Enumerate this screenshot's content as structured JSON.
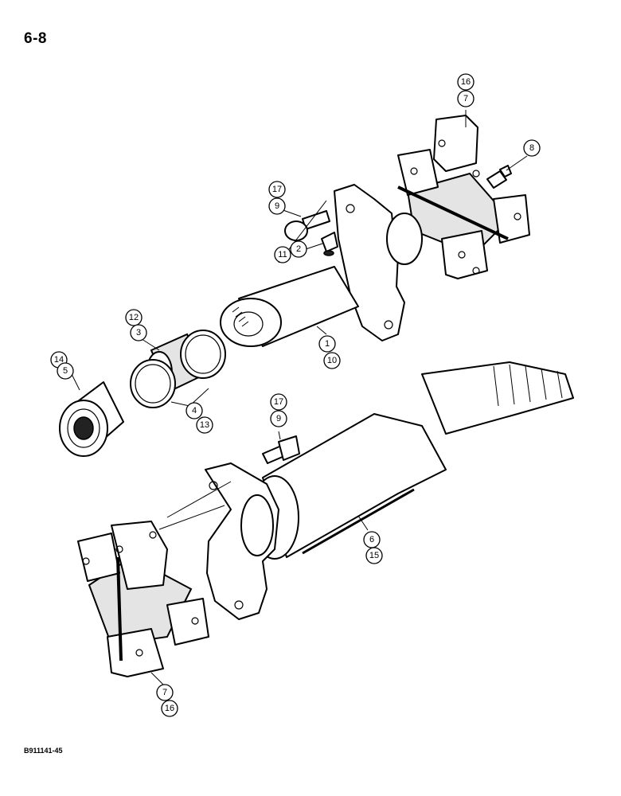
{
  "page": {
    "page_number": "6-8",
    "figure_code": "B911141-45"
  },
  "callouts": [
    {
      "id": "c16a",
      "label": "16"
    },
    {
      "id": "c7a",
      "label": "7"
    },
    {
      "id": "c8",
      "label": "8"
    },
    {
      "id": "c17a",
      "label": "17"
    },
    {
      "id": "c9a",
      "label": "9"
    },
    {
      "id": "c11",
      "label": "11"
    },
    {
      "id": "c2",
      "label": "2"
    },
    {
      "id": "c12",
      "label": "12"
    },
    {
      "id": "c3",
      "label": "3"
    },
    {
      "id": "c1",
      "label": "1"
    },
    {
      "id": "c10",
      "label": "10"
    },
    {
      "id": "c14",
      "label": "14"
    },
    {
      "id": "c5",
      "label": "5"
    },
    {
      "id": "c4",
      "label": "4"
    },
    {
      "id": "c13",
      "label": "13"
    },
    {
      "id": "c17b",
      "label": "17"
    },
    {
      "id": "c9b",
      "label": "9"
    },
    {
      "id": "c6",
      "label": "6"
    },
    {
      "id": "c15",
      "label": "15"
    },
    {
      "id": "c7b",
      "label": "7"
    },
    {
      "id": "c16b",
      "label": "16"
    }
  ]
}
